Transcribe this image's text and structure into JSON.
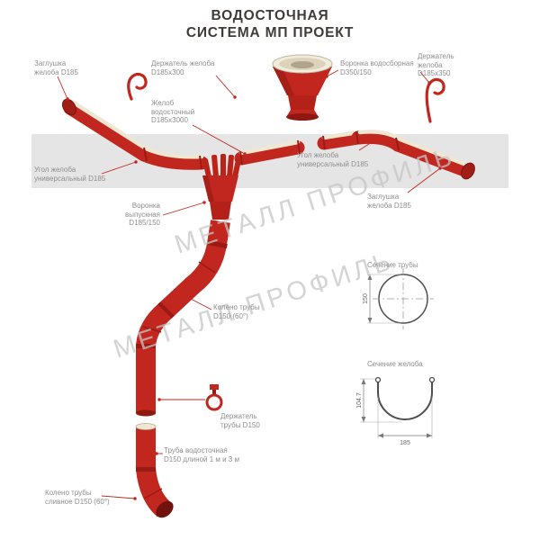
{
  "title": {
    "line1": "ВОДОСТОЧНАЯ",
    "line2": "СИСТЕМА МП ПРОЕКТ"
  },
  "watermark": "МЕТАЛЛ ПРОФИЛЬ",
  "labels": {
    "gutter_end_cap_left": "Заглушка желоба D185",
    "gutter_holder_300": "Держатель желоба D185х300",
    "collector_funnel": "Воронка водосборная D350/150",
    "gutter_holder_350": "Держатель желоба D185х350",
    "gutter": "Желоб водосточный D185х3000",
    "gutter_corner": "Угол желоба универсальный D185",
    "gutter_end_cap_right": "Заглушка желоба D185",
    "outlet_funnel": "Воронка выпускная D185/150",
    "pipe_elbow": "Колено трубы D150 (60°)",
    "pipe_holder": "Держатель трубы D150",
    "downpipe": "Труба водосточная D150 длиной 1 м и 3 м",
    "drain_elbow": "Колено трубы сливное D150 (60°)"
  },
  "sections": {
    "pipe_title": "Сечение трубы",
    "gutter_title": "Сечение желоба",
    "pipe_diameter": "150",
    "gutter_width": "185",
    "gutter_height": "104.7"
  },
  "colors": {
    "red": "#c1271e",
    "dark_red": "#8e1812",
    "cream": "#efe7d2",
    "band_gray": "#e5e5e5",
    "label_gray": "#8f8f8f",
    "watermark_gray": "#c6c6c6"
  }
}
